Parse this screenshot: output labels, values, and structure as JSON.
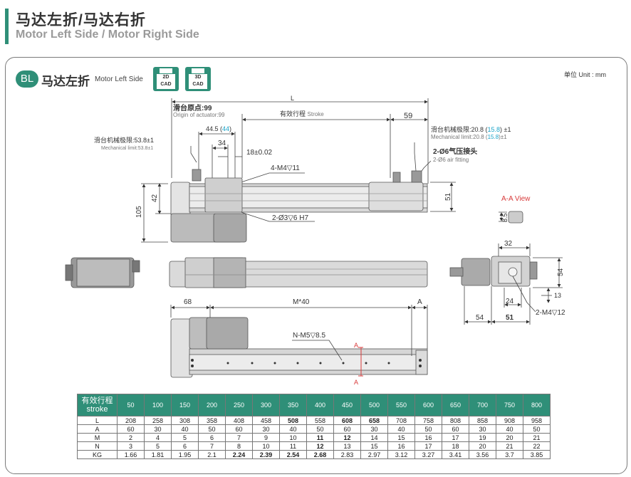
{
  "header": {
    "title_cn": "马达左折/马达右折",
    "title_en": "Motor Left Side / Motor Right Side"
  },
  "section": {
    "badge": "BL",
    "title_cn": "马达左折",
    "title_en": "Motor Left Side",
    "cad_buttons": [
      {
        "line1": "2D",
        "line2": "CAD"
      },
      {
        "line1": "3D",
        "line2": "CAD"
      }
    ],
    "unit": "单位 Unit : mm"
  },
  "drawing": {
    "L": "L",
    "origin_cn": "滑台原点:99",
    "origin_en": "Origin of actuator:99",
    "stroke_cn": "有效行程",
    "stroke_en": "Stroke",
    "dim_59": "59",
    "limit_left_cn": "滑台机械极限:53.8±1",
    "limit_left_en": "Mechanical limit:53.8±1",
    "limit_right_cn_a": "滑台机械极限:20.8 (",
    "limit_right_cn_b": "15.8",
    "limit_right_cn_c": ") ±1",
    "limit_right_en_a": "Mechanical limit:20.8 (",
    "limit_right_en_b": "15.8",
    "limit_right_en_c": ")±1",
    "fitting_cn": "2-Ø6气压接头",
    "fitting_en": "2-Ø6 air fitting",
    "dim_44_5_a": "44.5 (",
    "dim_44_5_b": "44",
    "dim_44_5_c": ")",
    "dim_34": "34",
    "dim_18": "18±0.02",
    "tap_4m4": "4-M4▽11",
    "hole_2": "2-Ø3▽6 H7",
    "dim_42": "42",
    "dim_105": "105",
    "dim_51": "51",
    "aa_view": "A-A View",
    "dim_8_5": "8.5",
    "dim_32": "32",
    "dim_54_side": "54",
    "dim_13": "13",
    "dim_24": "24",
    "dim_54_bottom": "54",
    "dim_51_bottom": "51",
    "tap_2m4": "2-M4▽12",
    "dim_68": "68",
    "dim_m40": "M*40",
    "dim_A": "A",
    "tap_nm5": "N-M5▽8.5",
    "section_A": "A",
    "accent_color": "#2f8f78",
    "blue_color": "#1aa3c8",
    "red_color": "#d83a3a"
  },
  "table": {
    "header_cn": "有效行程",
    "header_en": "stroke",
    "strokes": [
      "50",
      "100",
      "150",
      "200",
      "250",
      "300",
      "350",
      "400",
      "450",
      "500",
      "550",
      "600",
      "650",
      "700",
      "750",
      "800"
    ],
    "rows": [
      {
        "label": "L",
        "values": [
          "208",
          "258",
          "308",
          "358",
          "408",
          "458",
          "508",
          "558",
          "608",
          "658",
          "708",
          "758",
          "808",
          "858",
          "908",
          "958"
        ]
      },
      {
        "label": "A",
        "values": [
          "60",
          "30",
          "40",
          "50",
          "60",
          "30",
          "40",
          "50",
          "60",
          "30",
          "40",
          "50",
          "60",
          "30",
          "40",
          "50"
        ]
      },
      {
        "label": "M",
        "values": [
          "2",
          "4",
          "5",
          "6",
          "7",
          "9",
          "10",
          "11",
          "12",
          "14",
          "15",
          "16",
          "17",
          "19",
          "20",
          "21"
        ]
      },
      {
        "label": "N",
        "values": [
          "3",
          "5",
          "6",
          "7",
          "8",
          "10",
          "11",
          "12",
          "13",
          "15",
          "16",
          "17",
          "18",
          "20",
          "21",
          "22"
        ]
      },
      {
        "label": "KG",
        "values": [
          "1.66",
          "1.81",
          "1.95",
          "2.1",
          "2.24",
          "2.39",
          "2.54",
          "2.68",
          "2.83",
          "2.97",
          "3.12",
          "3.27",
          "3.41",
          "3.56",
          "3.7",
          "3.85"
        ]
      }
    ]
  }
}
